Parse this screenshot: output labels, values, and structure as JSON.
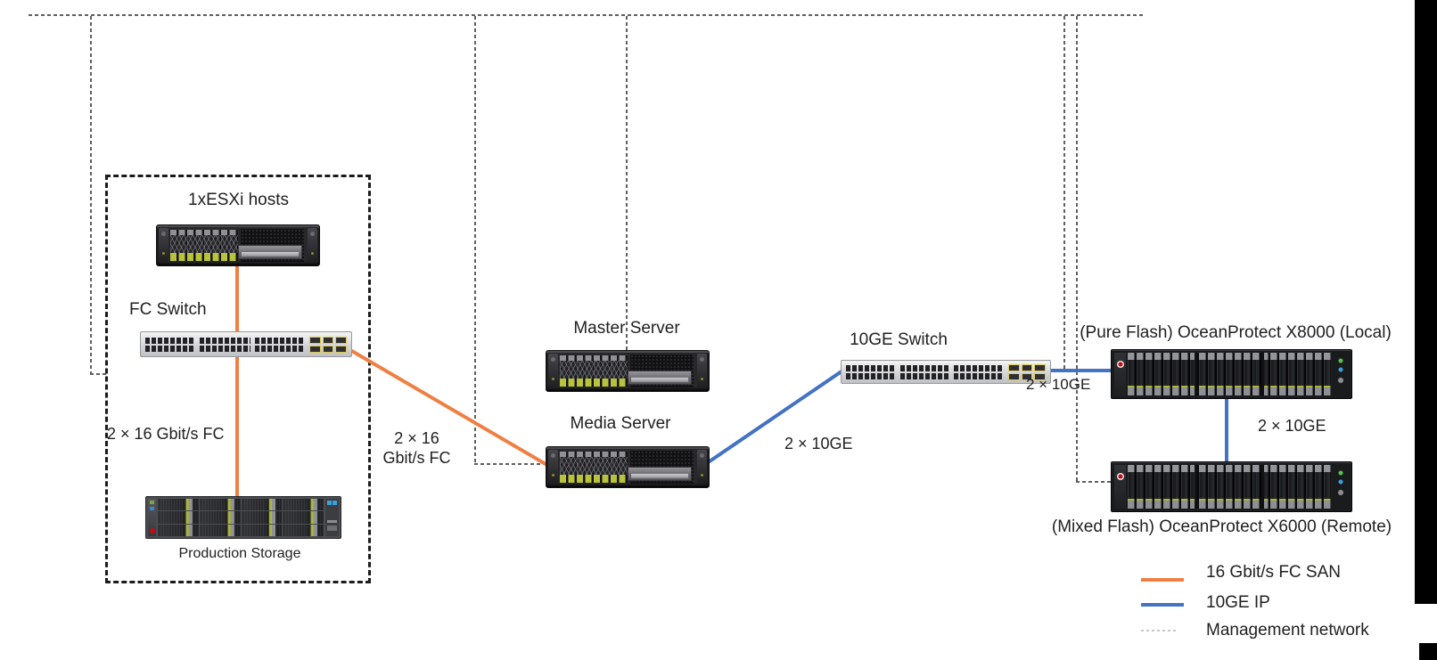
{
  "colors": {
    "fc_san": "#EE8044",
    "ip10ge": "#4472C4",
    "mgmt": "#5F5F5F",
    "mgmt_legend": "#C9C9C9"
  },
  "nodes": {
    "esxi": {
      "label": "1xESXi hosts"
    },
    "fc_switch": {
      "label": "FC Switch"
    },
    "production_storage": {
      "label": "Production Storage"
    },
    "master_server": {
      "label": "Master Server"
    },
    "media_server": {
      "label": "Media Server"
    },
    "ge_switch": {
      "label": "10GE Switch"
    },
    "oceanprotect_x8000": {
      "label": "(Pure Flash) OceanProtect X8000 (Local)"
    },
    "oceanprotect_x6000": {
      "label": "(Mixed Flash) OceanProtect X6000 (Remote)"
    }
  },
  "links": {
    "esxi_fc_storage": {
      "label": "2 × 16 Gbit/s FC"
    },
    "fcswitch_media": {
      "label_line1": "2 × 16",
      "label_line2": "Gbit/s FC"
    },
    "media_geswitch": {
      "label": "2 × 10GE"
    },
    "geswitch_x8000": {
      "label": "2 × 10GE"
    },
    "x8000_x6000": {
      "label": "2 × 10GE"
    }
  },
  "legend": {
    "fc": {
      "label": "16 Gbit/s FC SAN"
    },
    "ip": {
      "label": "10GE IP"
    },
    "mgmt": {
      "label": "Management network"
    }
  }
}
